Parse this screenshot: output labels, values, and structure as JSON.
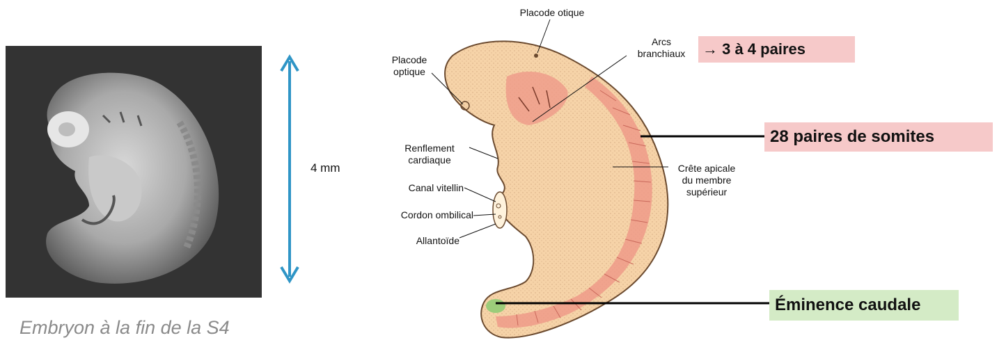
{
  "photo": {
    "caption": "Embryon à la fin de la S4",
    "scale_label": "4 mm"
  },
  "diagram_labels": {
    "placode_otique": "Placode otique",
    "arcs_branchiaux_line1": "Arcs",
    "arcs_branchiaux_line2": "branchiaux",
    "placode_optique_line1": "Placode",
    "placode_optique_line2": "optique",
    "renflement_line1": "Renflement",
    "renflement_line2": "cardiaque",
    "canal_vitellin": "Canal vitellin",
    "cordon_ombilical": "Cordon ombilical",
    "allantoide": "Allantoïde",
    "crete_line1": "Crête apicale",
    "crete_line2": "du membre",
    "crete_line3": "supérieur"
  },
  "callouts": {
    "arcs": "→ 3 à 4 paires",
    "somites": "28 paires de somites",
    "eminence": "Éminence caudale"
  },
  "colors": {
    "embryo_fill": "#f6d3a8",
    "somite_band": "#ef9a88",
    "pink_box": "#f6c9c9",
    "green_box": "#d4ebc6",
    "scale_arrow": "#2f95c6"
  }
}
